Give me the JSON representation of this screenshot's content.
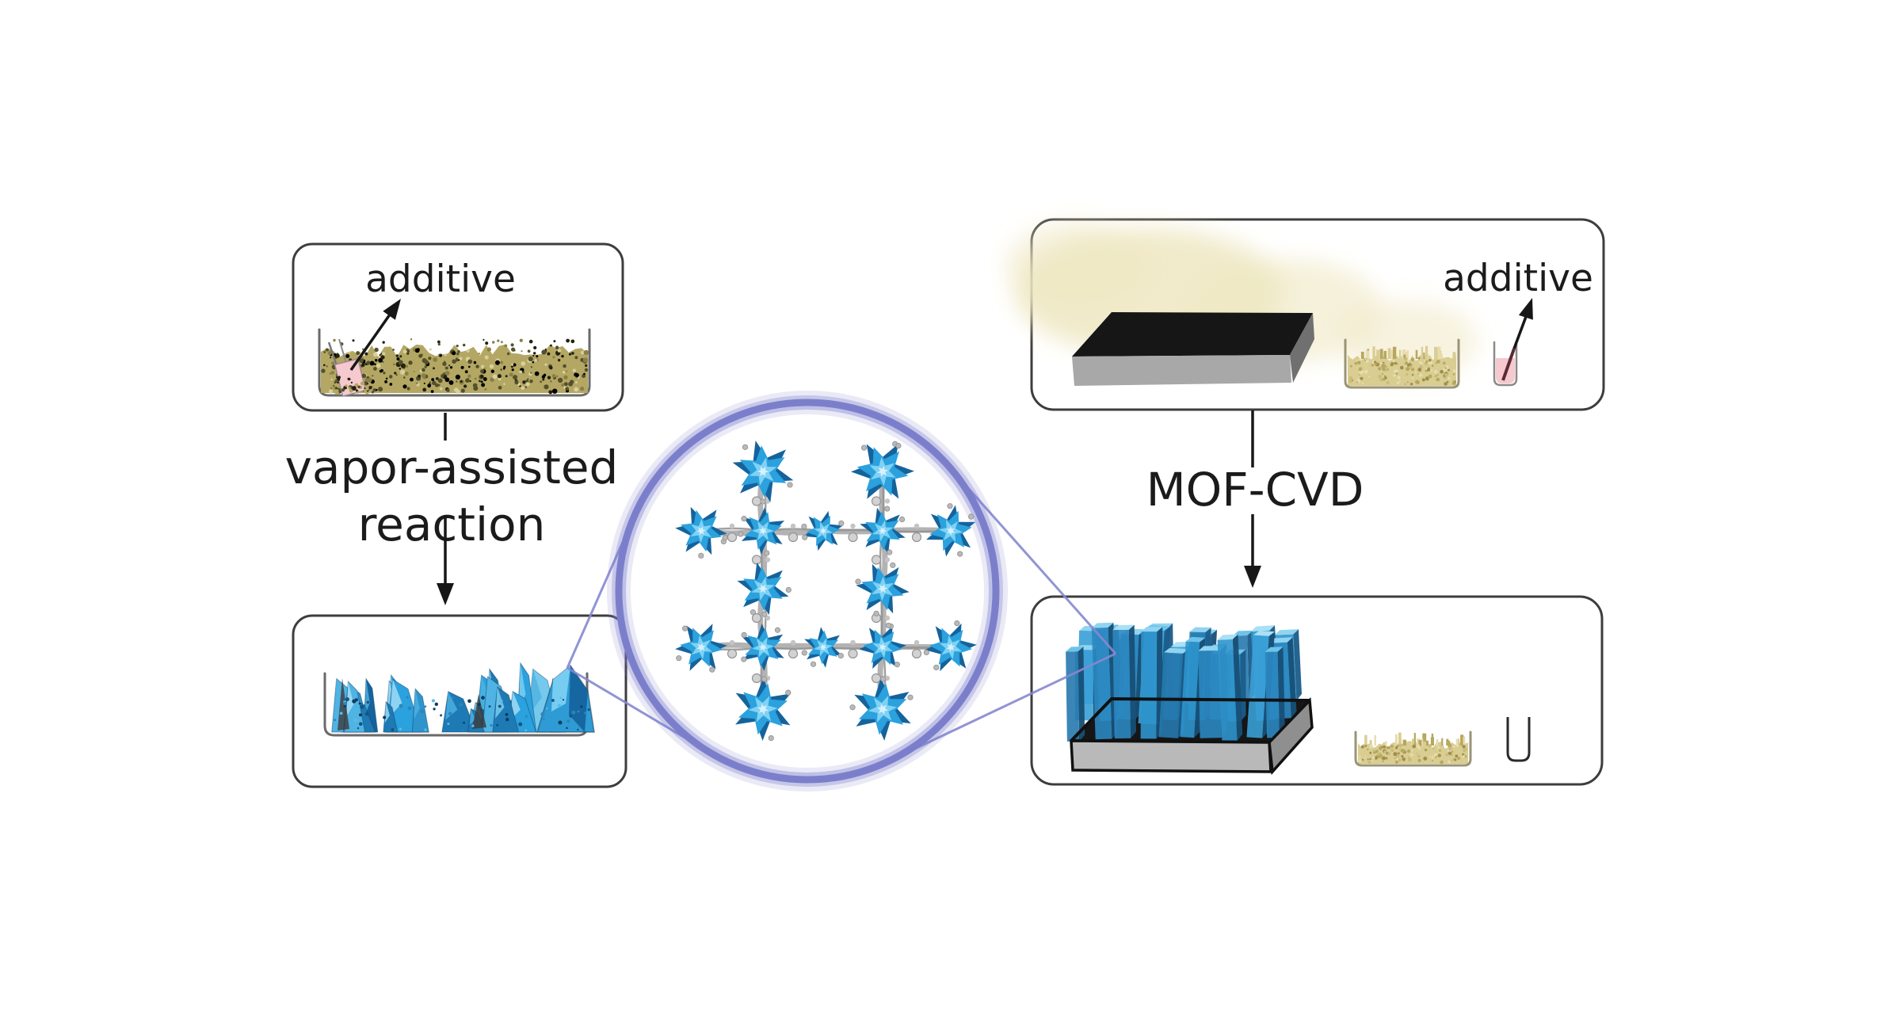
{
  "figure": {
    "type": "reaction-scheme",
    "description": "Additive-modulated synthesis of a metal-organic framework: vapor-assisted reaction of powder (left) and MOF-CVD thin-film deposition (right), both yielding the crystalline MOF shown magnified in the central circle"
  },
  "labels": {
    "additive": "additive",
    "vapor_line1": "vapor-assisted",
    "vapor_line2": "reaction",
    "mof_cvd": "MOF-CVD"
  },
  "colors": {
    "background": "#ffffff",
    "box_border": "#3d3d3d",
    "text": "#1b1b1b",
    "arrow": "#171717",
    "magnifier_ring": "#7b7fcb",
    "magnifier_line": "#8588cf",
    "mof_blue": "#2ba1dd",
    "mof_blue_mid": "#2f93cc",
    "mof_blue_dark": "#15639c",
    "mof_blue_deep": "#174f76",
    "mof_blue_light": "#7fd2f4",
    "mof_blue_pale": "#a8e0f7",
    "linker_gray": "#b3b3b3",
    "linker_gray_dark": "#909090",
    "knot_gray": "#d2d2d2",
    "powder_olive": "#b3a763",
    "powder_olive_dark": "#23210f",
    "powder_olive_mid": "#54502c",
    "powder_olive_light": "#d8cf9b",
    "powder_tan": "#d9cd92",
    "powder_tan_dark": "#a08f4c",
    "powder_tan_mid": "#b7a75f",
    "powder_tan_light": "#e6dcae",
    "vapor_glow": "#efe8c2",
    "substrate_black": "#161616",
    "substrate_gray": "#a8a8a8",
    "substrate_side": "#707070",
    "additive_pink": "#f5c9ce",
    "stir_rod": "#5c2b33",
    "dish_outline": "#6a6a6a"
  }
}
